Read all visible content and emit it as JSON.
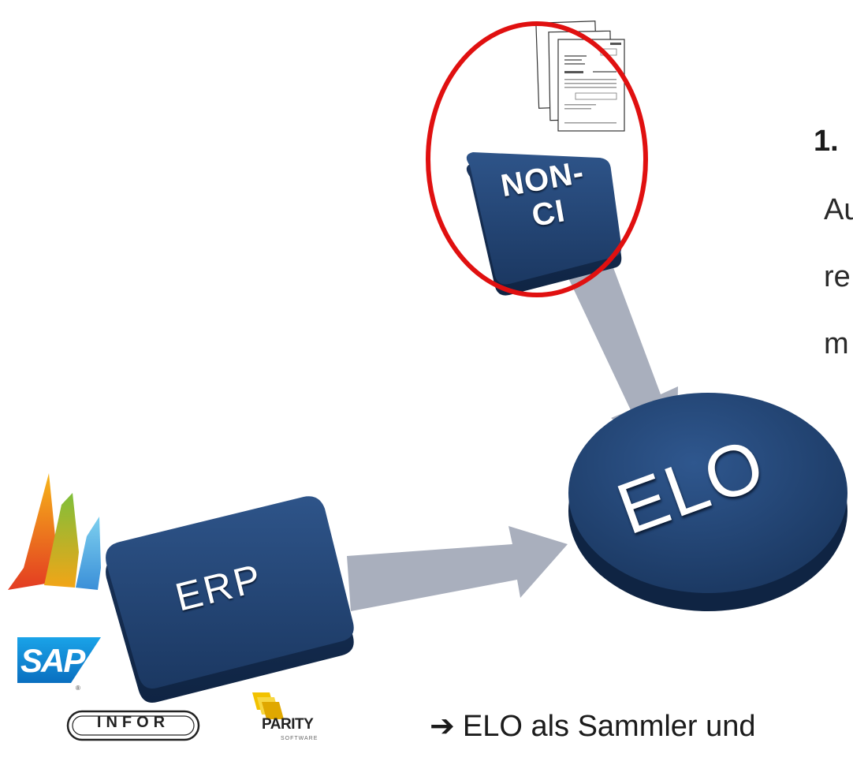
{
  "diagram": {
    "nodes": {
      "non_ci": {
        "label_line1": "NON-",
        "label_line2": "CI"
      },
      "erp": {
        "label": "ERP"
      },
      "elo": {
        "label": "ELO"
      }
    },
    "edges": [
      {
        "from": "NON-CI",
        "to": "ELO"
      },
      {
        "from": "ERP",
        "to": "ELO"
      }
    ],
    "highlight_color": "#e01010",
    "node_color": "#1f3d66",
    "arrow_color": "#a9afbd"
  },
  "side_text": {
    "heading": "1.",
    "line1": "Au",
    "line2": "re",
    "line3": "m"
  },
  "footer": {
    "arrow": "➔",
    "text": "ELO als Sammler und"
  },
  "logos": {
    "dynamics": "microsoft-dynamics-logo",
    "sap": "SAP",
    "infor": "INFOR",
    "parity": "PARITY",
    "parity_sub": "SOFTWARE"
  }
}
